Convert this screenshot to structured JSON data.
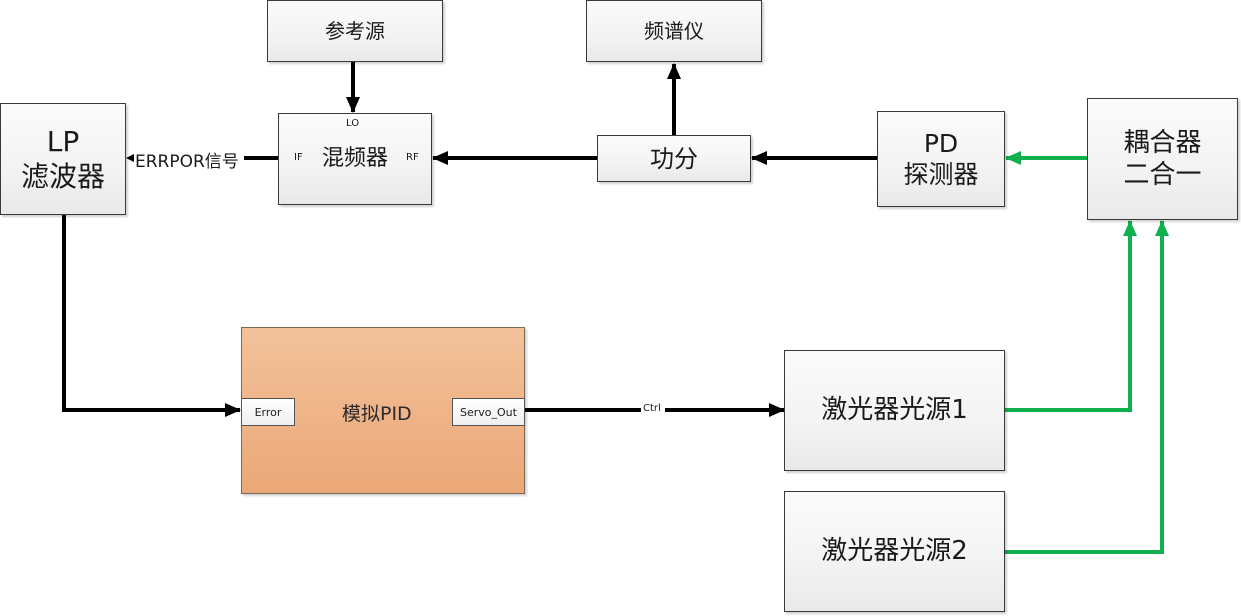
{
  "blocks": {
    "reference_source": "参考源",
    "spectrum_analyzer": "频谱仪",
    "lp_filter": {
      "line1": "LP",
      "line2": "滤波器"
    },
    "mixer": {
      "label": "混频器",
      "port_lo": "LO",
      "port_if": "IF",
      "port_rf": "RF"
    },
    "power_splitter": "功分",
    "pd_detector": {
      "line1": "PD",
      "line2": "探测器"
    },
    "coupler": {
      "line1": "耦合器",
      "line2": "二合一"
    },
    "pid": {
      "label": "模拟PID",
      "port_in": "Error",
      "port_out": "Servo_Out"
    },
    "laser1": "激光器光源1",
    "laser2": "激光器光源2"
  },
  "signals": {
    "error_signal": "ERRPOR信号",
    "ctrl": "Ctrl"
  },
  "colors": {
    "electrical_wire": "#000000",
    "optical_wire": "#11b04f",
    "pid_fill": "#efb489"
  }
}
